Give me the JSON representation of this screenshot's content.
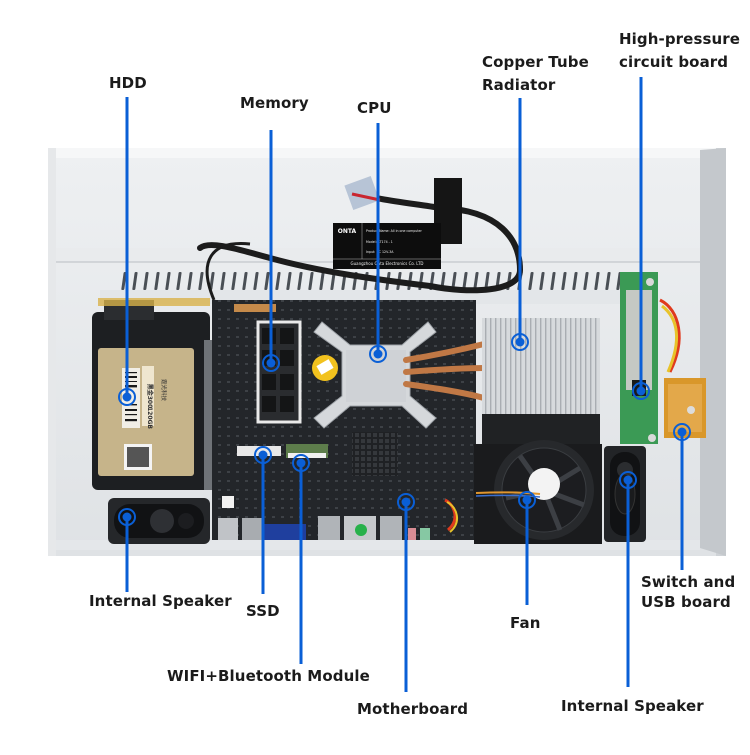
{
  "diagram": {
    "subject": "All-in-one computer internal components",
    "accent_color": "#0a5fd6",
    "label_color": "#1b1b1b",
    "product_sticker": {
      "brand": "ONTA",
      "line1": "Product Name: All in one computer",
      "line2": "Model: AT174 - 1",
      "line3": "Input: DC 12V-3A",
      "line4": "Guangzhou Onta Electronics Co. LTD"
    },
    "hdd_sticker": {
      "brand_cn": "霆光科技",
      "model": "黑金300",
      "capacity": "120GB"
    },
    "callouts": [
      {
        "id": "hdd",
        "label": "HDD",
        "position": "top"
      },
      {
        "id": "memory",
        "label": "Memory",
        "position": "top"
      },
      {
        "id": "cpu",
        "label": "CPU",
        "position": "top"
      },
      {
        "id": "copper-tube-radiator",
        "label": "Copper Tube\nRadiator",
        "position": "top"
      },
      {
        "id": "high-pressure-circuit-board",
        "label": "High-pressure\ncircuit board",
        "position": "top"
      },
      {
        "id": "internal-speaker-left",
        "label": "Internal Speaker",
        "position": "bottom"
      },
      {
        "id": "ssd",
        "label": "SSD",
        "position": "bottom"
      },
      {
        "id": "wifi-bluetooth-module",
        "label": "WIFI+Bluetooth Module",
        "position": "bottom"
      },
      {
        "id": "motherboard",
        "label": "Motherboard",
        "position": "bottom"
      },
      {
        "id": "fan",
        "label": "Fan",
        "position": "bottom"
      },
      {
        "id": "internal-speaker-right",
        "label": "Internal Speaker",
        "position": "bottom"
      },
      {
        "id": "switch-usb-board",
        "label": "Switch and\nUSB board",
        "position": "right"
      }
    ]
  }
}
